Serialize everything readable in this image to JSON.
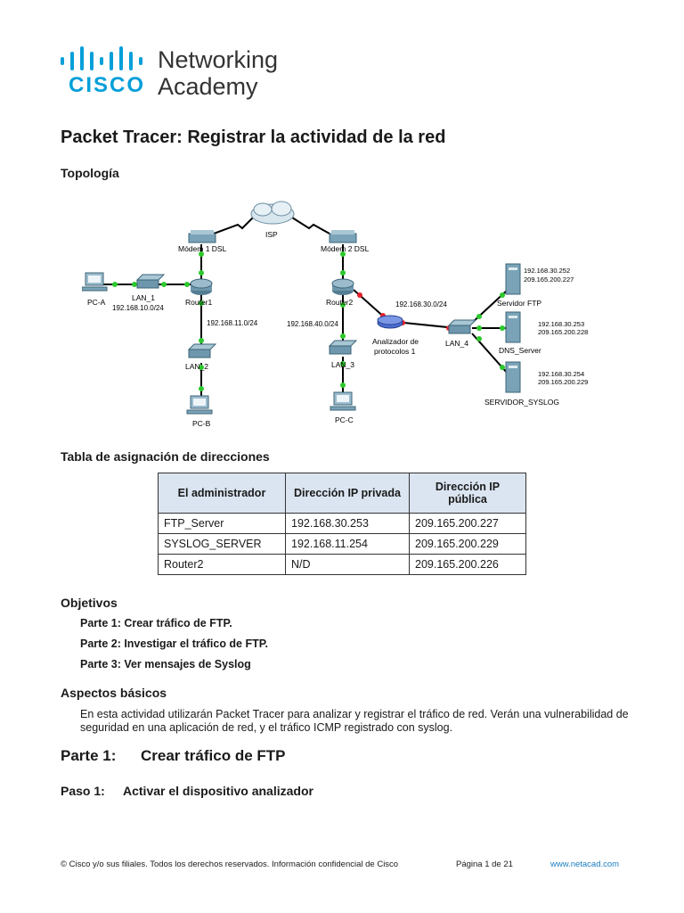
{
  "brand": {
    "wordmark": "CISCO",
    "line1": "Networking",
    "line2": "Academy",
    "accent": "#049fd9"
  },
  "title": "Packet Tracer: Registrar la actividad de la red",
  "topology_heading": "Topología",
  "topology": {
    "isp": "ISP",
    "modem1": "Módem 1 DSL",
    "modem2": "Módem 2 DSL",
    "router1": "Router1",
    "router2": "Router2",
    "lan1": "LAN_1",
    "lan1_net": "192.168.10.0/24",
    "lan2": "LAN_2",
    "lan3": "LAN_3",
    "lan4": "LAN_4",
    "pca": "PC-A",
    "pcb": "PC-B",
    "pcc": "PC-C",
    "net_r1_lan2": "192.168.11.0/24",
    "net_r2_lan3": "192.168.40.0/24",
    "net_r2_lan4": "192.168.30.0/24",
    "analyzer_l1": "Analizador de",
    "analyzer_l2": "protocolos 1",
    "ftp_name": "Servidor FTP",
    "ftp_ip1": "192.168.30.252",
    "ftp_ip2": "209.165.200.227",
    "dns_name": "DNS_Server",
    "dns_ip1": "192.168.30.253",
    "dns_ip2": "209.165.200.228",
    "sys_name": "SERVIDOR_SYSLOG",
    "sys_ip1": "192.168.30.254",
    "sys_ip2": "209.165.200.229"
  },
  "table_heading": "Tabla de asignación de direcciones",
  "table": {
    "headers": [
      "El administrador",
      "Dirección IP privada",
      "Dirección IP pública"
    ],
    "rows": [
      [
        "FTP_Server",
        "192.168.30.253",
        "209.165.200.227"
      ],
      [
        "SYSLOG_SERVER",
        "192.168.11.254",
        "209.165.200.229"
      ],
      [
        "Router2",
        "N/D",
        "209.165.200.226"
      ]
    ]
  },
  "objectives_heading": "Objetivos",
  "objectives": [
    "Parte 1: Crear tráfico de FTP.",
    "Parte 2: Investigar el tráfico de FTP.",
    "Parte 3: Ver mensajes de Syslog"
  ],
  "background_heading": "Aspectos básicos",
  "background_text": "En esta actividad utilizarán Packet Tracer para analizar y registrar el tráfico de red. Verán una vulnerabilidad de seguridad en una aplicación de red, y el tráfico ICMP registrado con syslog.",
  "part1": {
    "num": "Parte 1:",
    "title": "Crear tráfico de FTP"
  },
  "step1": {
    "num": "Paso 1:",
    "title": "Activar el dispositivo analizador"
  },
  "footer": {
    "copyright": "© Cisco y/o sus filiales. Todos los derechos reservados. Información confidencial de Cisco",
    "page": "Página 1 de 21",
    "url": "www.netacad.com"
  }
}
